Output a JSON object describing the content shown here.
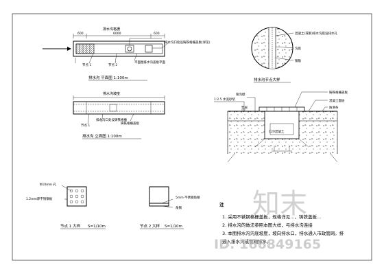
{
  "drawing": {
    "top_left": {
      "dim_top": [
        "600",
        "6000",
        "600"
      ],
      "header_label": "排水沟格栅",
      "callout_right": "排水沟口处设铸铁格栅盖板(详见)",
      "label_b": "节点 1",
      "label_c": "节点 2",
      "label_d": "平面图排水沟盖板平面",
      "title": "排水沟 平面图 1:100m"
    },
    "mid_left": {
      "header_label": "排水沟坡度",
      "label_d": "排水沟口处设铸铁格栅",
      "label_e": "铸铁格栅盖板",
      "title": "排水沟 立面图 1:100m"
    },
    "circle_detail": {
      "label_a": "混凝土(或钢)排水沟底设排水孔",
      "label_b": "沟底",
      "label_c": "钢筋",
      "title": "排水沟节点大样"
    },
    "section": {
      "label_1": "1:2.5 水泥砂浆",
      "label_2": "管沟壁",
      "label_3": "铸铁格栅盖板",
      "label_4": "混凝土面层",
      "label_5": "防滑条",
      "label_6": "垫层",
      "label_7": "C20混凝土",
      "title": "排水沟 剖面 大样"
    },
    "grate_detail": {
      "label_a": "Φ10mm 孔",
      "label_b": "1.2mm厚不锈钢板",
      "title": "节点 1 大样",
      "scale": "S=1/10m"
    },
    "bracket_detail": {
      "label_a": "5mm 不锈钢角钢",
      "label_b": "角钢",
      "title": "节点 2 大样",
      "scale": "S=1/10m"
    },
    "notes": {
      "heading": "注",
      "items": [
        "1. 采用不锈钢格栅盖板，规格详见...，铸铁盖板...",
        "2. 排水沟的做法参照本图大样，与排水沟连接",
        "3. 本图排水沟沟底坡度，坡向排水口，排水通入市政管网。排",
        "   通入排水沟或管网排水，"
      ]
    },
    "watermark": {
      "brand": "知末",
      "id": "ID: 166849165"
    }
  }
}
